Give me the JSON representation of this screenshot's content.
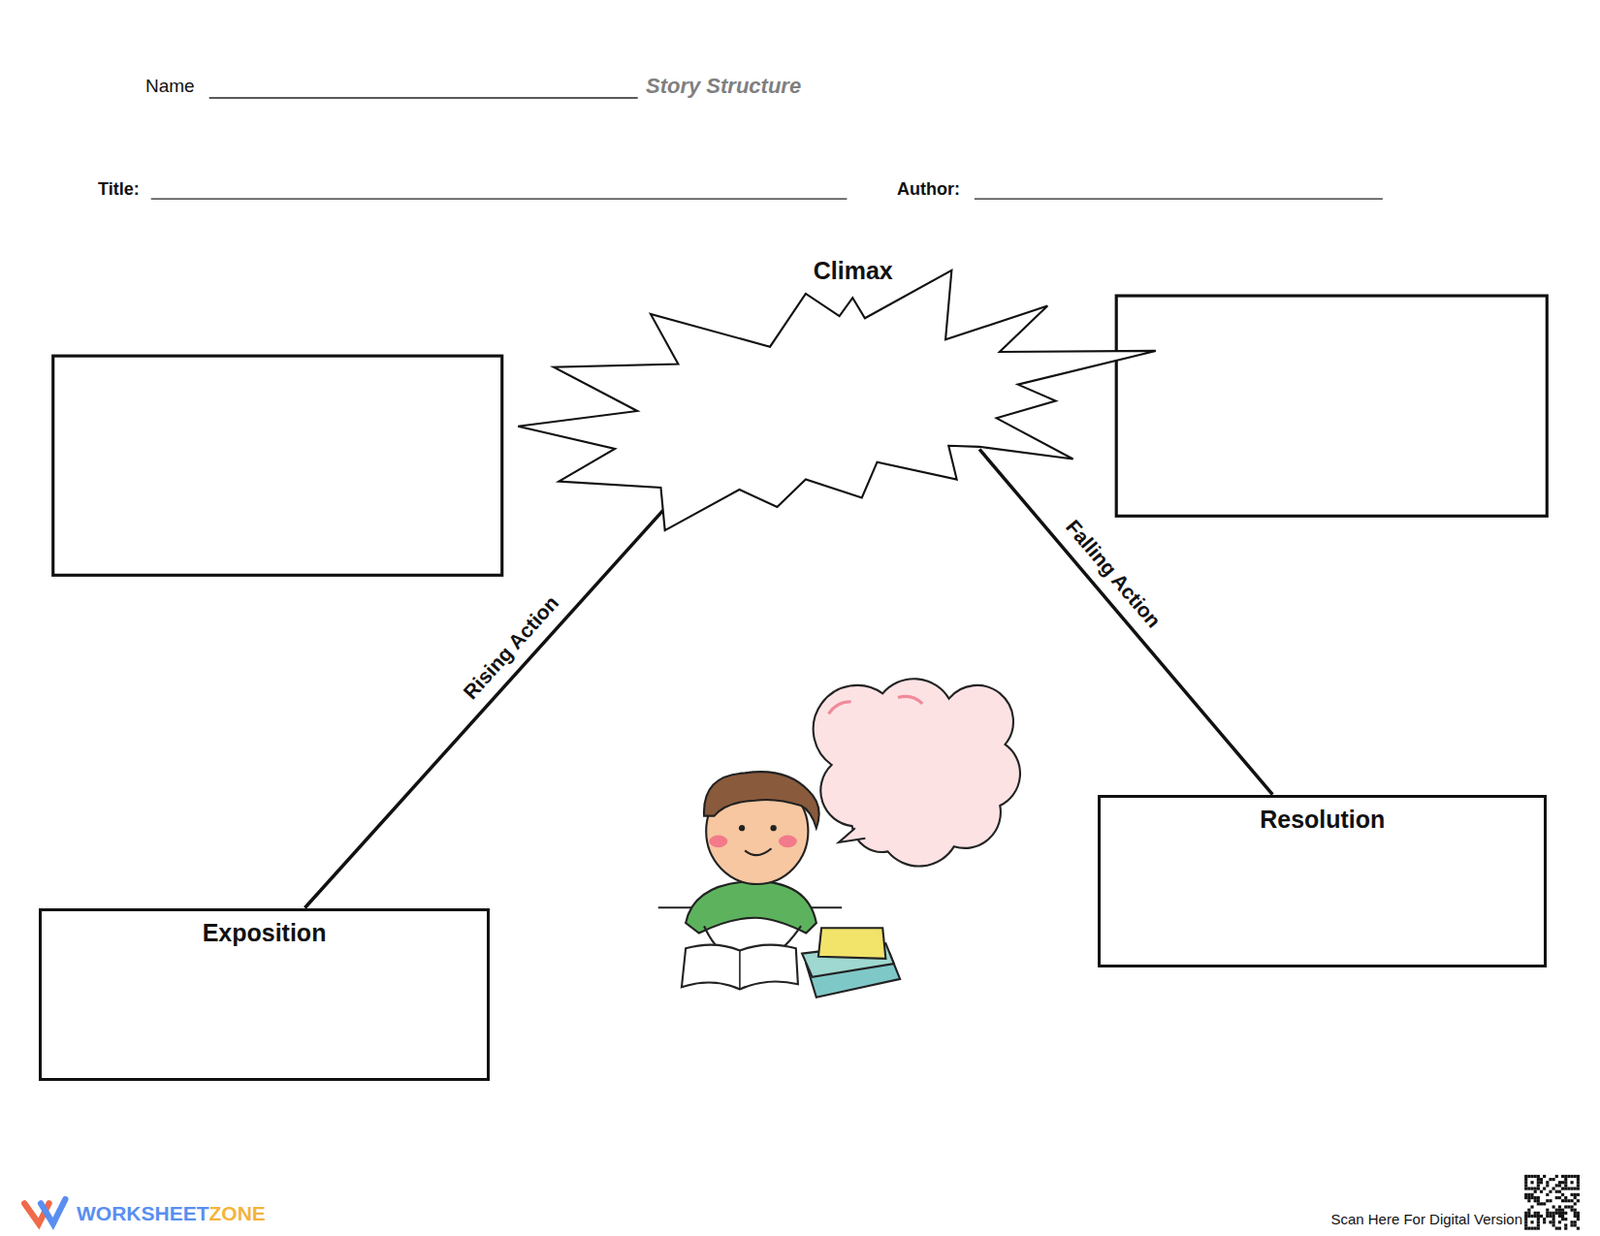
{
  "diagram": {
    "title": "Story Structure",
    "nodes": [
      {
        "text": [
          "Exposition"
        ]
      },
      {
        "text": [
          "Climax"
        ]
      },
      {
        "text": [
          "Resolution"
        ]
      }
    ],
    "edges": [
      {
        "from": 0,
        "to": 1,
        "arrow": "none",
        "label": "Rising Action"
      },
      {
        "from": 1,
        "to": 2,
        "arrow": "none",
        "label": "Falling Action"
      }
    ],
    "labels": [
      "Name",
      "Title:",
      "Author:",
      "WORKSHEET",
      "ZONE",
      "Scan Here For Digital Version"
    ]
  }
}
